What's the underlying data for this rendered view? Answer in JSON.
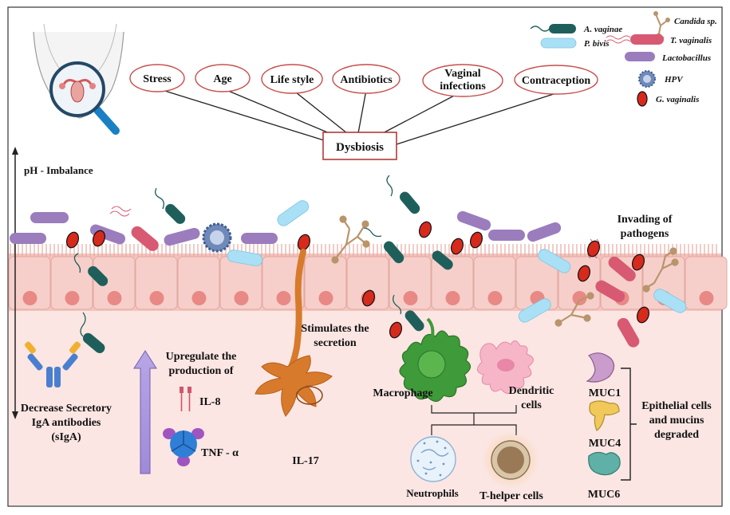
{
  "factors": [
    "Stress",
    "Age",
    "Life style",
    "Antibiotics",
    "Vaginal infections",
    "Contraception"
  ],
  "dysbiosis": "Dysbiosis",
  "legend": [
    {
      "name": "A. vaginae",
      "color": "#1f5f5b"
    },
    {
      "name": "P. bivis",
      "color": "#a9e0f5"
    },
    {
      "name": "Candida sp.",
      "color": "#b8956a"
    },
    {
      "name": "T. vaginalis",
      "color": "#d75a72"
    },
    {
      "name": "Lactobacillus",
      "color": "#9b7cbd"
    },
    {
      "name": "HPV",
      "color": "#6f89b8"
    },
    {
      "name": "G. vaginalis",
      "color": "#d62a1c"
    }
  ],
  "labels": {
    "ph": "pH - Imbalance",
    "invading_1": "Invading of",
    "invading_2": "pathogens",
    "siga_1": "Decrease Secretory",
    "siga_2": "IgA antibodies",
    "siga_3": "(sIgA)",
    "upreg_1": "Upregulate the",
    "upreg_2": "production of",
    "il8": "IL-8",
    "tnf": "TNF - α",
    "stim_1": "Stimulates the",
    "stim_2": "secretion",
    "il17": "IL-17",
    "macrophage": "Macrophage",
    "dendritic_1": "Dendritic",
    "dendritic_2": "cells",
    "neutrophils": "Neutrophils",
    "thelper": "T-helper cells",
    "muc1": "MUC1",
    "muc4": "MUC4",
    "muc6": "MUC6",
    "epi_1": "Epithelial cells",
    "epi_2": "and mucins",
    "epi_3": "degraded"
  }
}
